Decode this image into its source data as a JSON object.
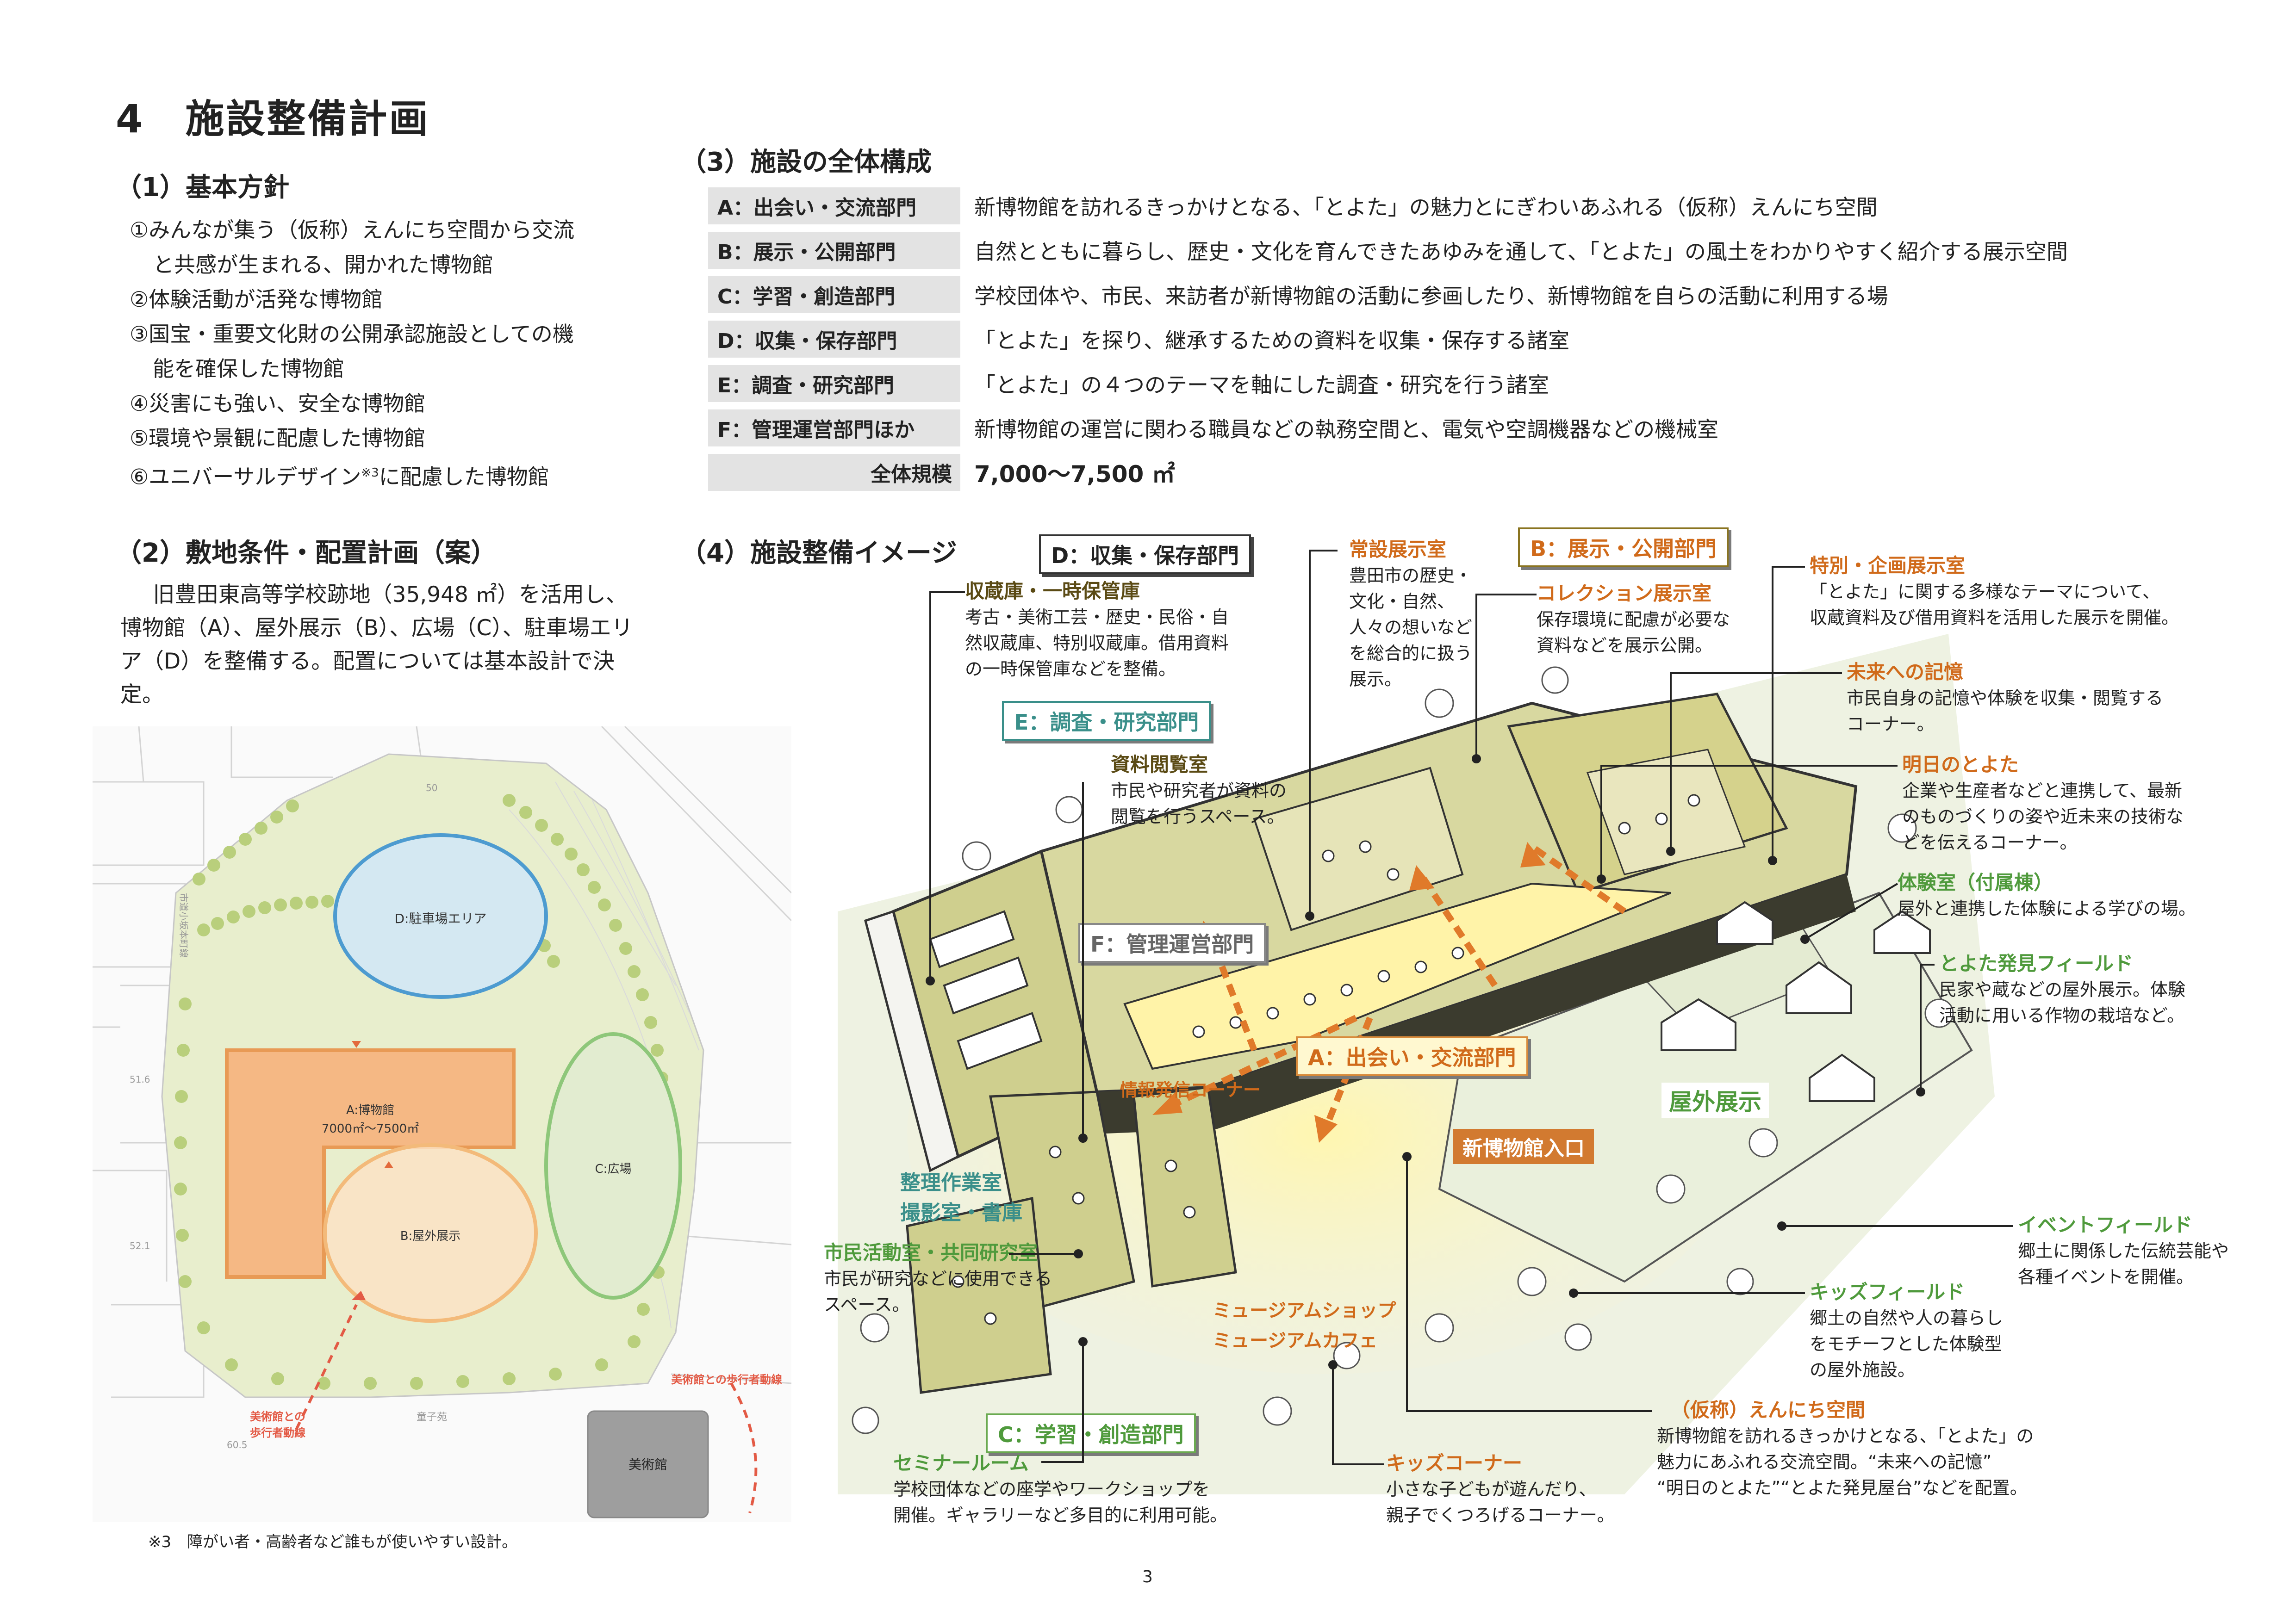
{
  "section_title": "4　施設整備計画",
  "policy": {
    "heading": "（1）基本方針",
    "items": [
      "①みんなが集う（仮称）えんにち空間から交流",
      "と共感が生まれる、開かれた博物館",
      "②体験活動が活発な博物館",
      "③国宝・重要文化財の公開承認施設としての機",
      "能を確保した博物館",
      "④災害にも強い、安全な博物館",
      "⑤環境や景観に配慮した博物館",
      "⑥ユニバーサルデザイン",
      "に配慮した博物館"
    ],
    "note_mark": "※3"
  },
  "site": {
    "heading": "（2）敷地条件・配置計画（案）",
    "text": "旧豊田東高等学校跡地（35,948 ㎡）を活用し、博物館（A）、屋外展示（B）、広場（C）、駐車場エリア（D）を整備する。配置については基本設計で決定。",
    "map": {
      "parking": "D:駐車場エリア",
      "museum": "A:博物館",
      "museum_area": "7000㎡～7500㎡",
      "outdoor": "B:屋外展示",
      "plaza": "C:広場",
      "art_museum": "美術館",
      "walk_route": "美術館との歩行者動線",
      "walk_route_left_1": "美術館との",
      "walk_route_left_2": "歩行者動線",
      "road": "市道小坂本町線",
      "place": "童子苑",
      "elev": [
        "50",
        "51.6",
        "52.1",
        "60.5"
      ]
    }
  },
  "composition": {
    "heading": "（3）施設の全体構成",
    "rows": [
      {
        "label": "A：出会い・交流部門",
        "desc": "新博物館を訪れるきっかけとなる、「とよた」の魅力とにぎわいあふれる（仮称）えんにち空間"
      },
      {
        "label": "B：展示・公開部門",
        "desc": "自然とともに暮らし、歴史・文化を育んできたあゆみを通して、「とよた」の風土をわかりやすく紹介する展示空間"
      },
      {
        "label": "C：学習・創造部門",
        "desc": "学校団体や、市民、来訪者が新博物館の活動に参画したり、新博物館を自らの活動に利用する場"
      },
      {
        "label": "D：収集・保存部門",
        "desc": "「とよた」を探り、継承するための資料を収集・保存する諸室"
      },
      {
        "label": "E：調査・研究部門",
        "desc": "「とよた」の４つのテーマを軸にした調査・研究を行う諸室"
      },
      {
        "label": "F：管理運営部門ほか",
        "desc": "新博物館の運営に関わる職員などの執務空間と、電気や空調機器などの機械室"
      }
    ],
    "total_label": "全体規模",
    "total_value": "7,000～7,500 ㎡"
  },
  "image": {
    "heading": "（4）施設整備イメージ",
    "boxes": {
      "d": "D：収集・保存部門",
      "b": "B：展示・公開部門",
      "e": "E：調査・研究部門",
      "f": "F：管理運営部門",
      "a": "A：出会い・交流部門",
      "c": "C：学習・創造部門",
      "entrance": "新博物館入口",
      "outdoor": "屋外展示"
    },
    "annotations": {
      "storage": {
        "title": "収蔵庫・一時保管庫",
        "lines": [
          "考古・美術工芸・歴史・民俗・自",
          "然収蔵庫、特別収蔵庫。借用資料",
          "の一時保管庫などを整備。"
        ]
      },
      "permanent": {
        "title": "常設展示室",
        "lines": [
          "豊田市の歴史・",
          "文化・自然、",
          "人々の想いなど",
          "を総合的に扱う",
          "展示。"
        ]
      },
      "collection": {
        "title": "コレクション展示室",
        "lines": [
          "保存環境に配慮が必要な",
          "資料などを展示公開。"
        ]
      },
      "special": {
        "title": "特別・企画展示室",
        "lines": [
          "「とよた」に関する多様なテーマについて、",
          "収蔵資料及び借用資料を活用した展示を開催。"
        ]
      },
      "memory": {
        "title": "未来への記憶",
        "lines": [
          "市民自身の記憶や体験を収集・閲覧する",
          "コーナー。"
        ]
      },
      "tomorrow": {
        "title": "明日のとよた",
        "lines": [
          "企業や生産者などと連携して、最新",
          "のものづくりの姿や近未来の技術な",
          "どを伝えるコーナー。"
        ]
      },
      "reading": {
        "title": "資料閲覧室",
        "lines": [
          "市民や研究者が資料の",
          "閲覧を行うスペース。"
        ]
      },
      "experience": {
        "title": "体験室（付属棟）",
        "lines": [
          "屋外と連携した体験による学びの場。"
        ]
      },
      "field": {
        "title": "とよた発見フィールド",
        "lines": [
          "民家や蔵などの屋外展示。体験",
          "活動に用いる作物の栽培など。"
        ]
      },
      "event": {
        "title": "イベントフィールド",
        "lines": [
          "郷土に関係した伝統芸能や",
          "各種イベントを開催。"
        ]
      },
      "kids_field": {
        "title": "キッズフィールド",
        "lines": [
          "郷土の自然や人の暮らし",
          "をモチーフとした体験型",
          "の屋外施設。"
        ]
      },
      "ennichi": {
        "title": "（仮称）えんにち空間",
        "lines": [
          "新博物館を訪れるきっかけとなる、「とよた」の",
          "魅力にあふれる交流空間。“未来への記憶”",
          "“明日のとよた”“とよた発見屋台”などを配置。"
        ]
      },
      "citizen": {
        "title": "市民活動室・共同研究室",
        "lines": [
          "市民が研究などに使用できる",
          "スペース。"
        ]
      },
      "seminar": {
        "title": "セミナールーム",
        "lines": [
          "学校団体などの座学やワークショップを",
          "開催。ギャラリーなど多目的に利用可能。"
        ]
      },
      "kids_corner": {
        "title": "キッズコーナー",
        "lines": [
          "小さな子どもが遊んだり、",
          "親子でくつろげるコーナー。"
        ]
      }
    },
    "small_labels": {
      "info": "情報発信コーナー",
      "arrange": "整理作業室",
      "photo": "撮影室・書庫",
      "shop": "ミュージアムショップ",
      "cafe": "ミュージアムカフェ"
    }
  },
  "footnote": "※3　障がい者・高齢者など誰もが使いやすい設計。",
  "page_number": "3",
  "colors": {
    "orange": "#d06a1a",
    "green": "#4f9a3c",
    "teal": "#3a8f8a",
    "brown": "#5a4a14",
    "building": "#cfcf8e"
  }
}
